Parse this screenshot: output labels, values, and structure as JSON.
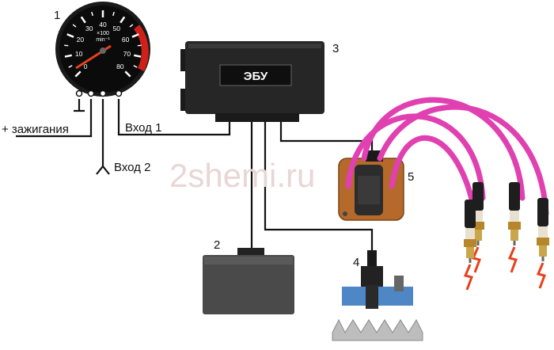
{
  "tachometer": {
    "number": "1",
    "ticks": [
      "0",
      "10",
      "20",
      "30",
      "40",
      "50",
      "60",
      "70",
      "80"
    ],
    "unit_top": "×100",
    "unit_bottom": "min⁻¹"
  },
  "ecu": {
    "number": "3",
    "label": "ЭБУ"
  },
  "battery": {
    "number": "2"
  },
  "sensor": {
    "number": "4"
  },
  "coil": {
    "number": "5"
  },
  "labels": {
    "ignition": "+ зажигания",
    "input1": "Вход 1",
    "input2": "Вход 2"
  },
  "watermark": "2shemi.ru",
  "colors": {
    "hv_wire": "#e040b0",
    "ecu_body": "#262626",
    "redline": "#d0201a",
    "spark": "#e8401c"
  }
}
